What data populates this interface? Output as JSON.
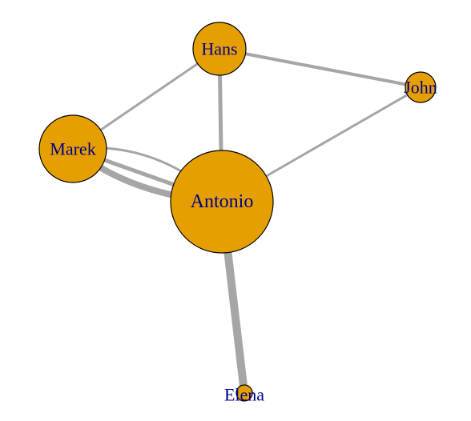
{
  "graph": {
    "nodes": [
      {
        "id": "hans",
        "label": "Hans"
      },
      {
        "id": "john",
        "label": "John"
      },
      {
        "id": "marek",
        "label": "Marek"
      },
      {
        "id": "antonio",
        "label": "Antonio"
      },
      {
        "id": "elena",
        "label": "Elena"
      }
    ],
    "edges": [
      {
        "source": "hans",
        "target": "john"
      },
      {
        "source": "hans",
        "target": "marek"
      },
      {
        "source": "hans",
        "target": "antonio"
      },
      {
        "source": "john",
        "target": "antonio"
      },
      {
        "source": "marek",
        "target": "antonio"
      },
      {
        "source": "marek",
        "target": "antonio"
      },
      {
        "source": "marek",
        "target": "antonio"
      },
      {
        "source": "antonio",
        "target": "elena"
      }
    ],
    "colors": {
      "node_fill": "#e69f00",
      "node_stroke": "#000000",
      "edge": "#a6a6a6",
      "label": "#00008b",
      "background": "#ffffff"
    }
  }
}
